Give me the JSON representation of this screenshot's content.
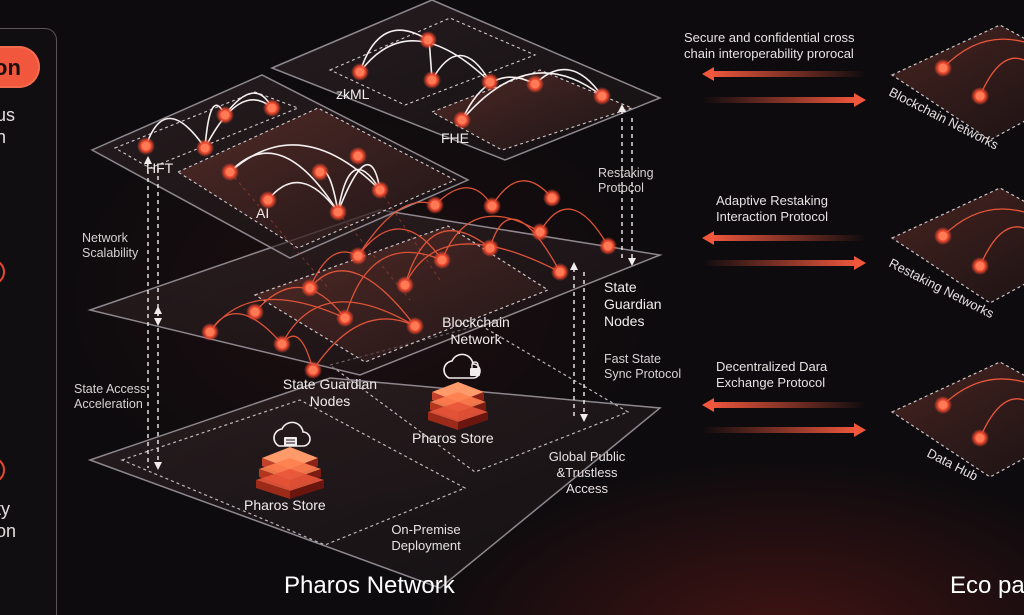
{
  "left_panel": {
    "pill_fragment": "on",
    "text_fragment_1": "us\nn",
    "text_fragment_2": "ty\non"
  },
  "layers": {
    "top_left": {
      "hft": "HFT",
      "ai": "AI"
    },
    "top_right": {
      "zkml": "zkML",
      "fhe": "FHE"
    },
    "middle": {
      "blockchain_network": "Blockchain\nNetwork",
      "state_guardian_nodes": "State Guardian\nNodes"
    },
    "bottom": {
      "pharos_store_back": "Pharos Store",
      "pharos_store_front": "Pharos Store",
      "on_premise": "On-Premise\nDeployment",
      "global_public": "Global Public\n&Trustless\nAccess"
    }
  },
  "side_labels": {
    "network_scalability": "Network\nScalability",
    "state_access": "State Access\nAcceleration",
    "restaking_protocol": "Restaking\nProtocol",
    "state_guardian_nodes": "State\nGuardian\nNodes",
    "fast_state_sync": "Fast State\nSync Protocol"
  },
  "protocols": [
    {
      "label": "Secure and confidential cross\nchain interoperability prorocal"
    },
    {
      "label": "Adaptive Restaking\nInteraction Protocol"
    },
    {
      "label": "Decentralized Dara\nExchange Protocol"
    }
  ],
  "eco_networks": [
    {
      "label": "Blockchain Networks"
    },
    {
      "label": "Restaking Networks"
    },
    {
      "label": "Data Hub"
    }
  ],
  "titles": {
    "pharos_network": "Pharos Network",
    "eco": "Eco pa"
  },
  "colors": {
    "accent": "#f0573c",
    "node": "#e8462e",
    "layer_border": "#8e878d"
  }
}
